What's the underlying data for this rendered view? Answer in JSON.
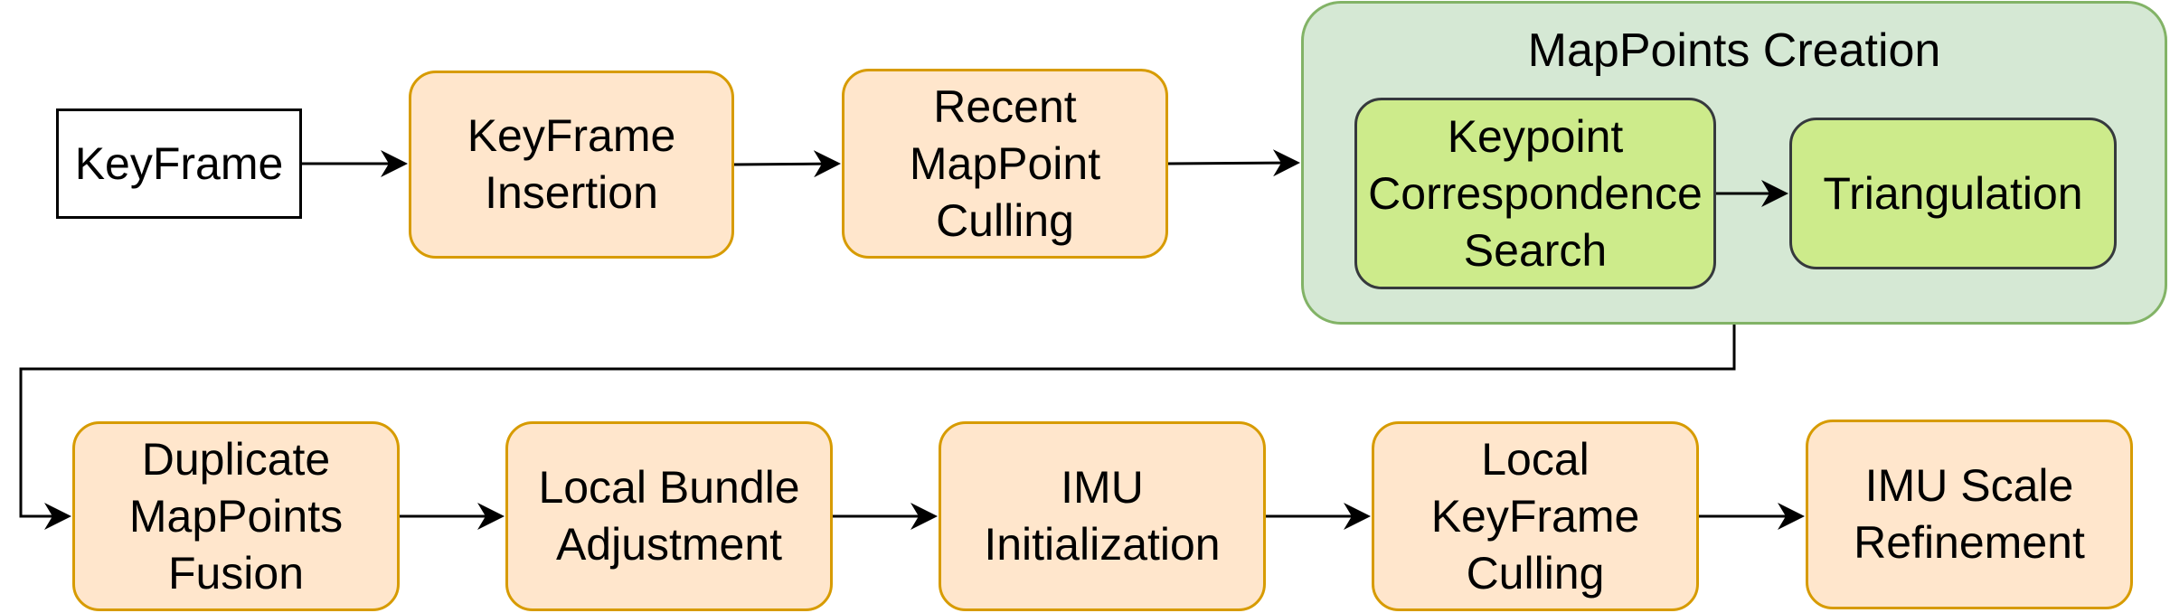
{
  "nodes": {
    "keyframe": "KeyFrame",
    "keyframe_insertion": "KeyFrame\nInsertion",
    "recent_mappoint_culling": "Recent\nMapPoint\nCulling",
    "keypoint_correspondence_search": "Keypoint\nCorrespondence\nSearch",
    "triangulation": "Triangulation",
    "duplicate_mappoints_fusion": "Duplicate\nMapPoints\nFusion",
    "local_bundle_adjustment": "Local Bundle\nAdjustment",
    "imu_initialization": "IMU\nInitialization",
    "local_keyframe_culling": "Local\nKeyFrame\nCulling",
    "imu_scale_refinement": "IMU Scale\nRefinement"
  },
  "groups": {
    "mappoints_creation": "MapPoints Creation"
  },
  "edges": [
    [
      "keyframe",
      "keyframe_insertion"
    ],
    [
      "keyframe_insertion",
      "recent_mappoint_culling"
    ],
    [
      "recent_mappoint_culling",
      "mappoints_creation"
    ],
    [
      "keypoint_correspondence_search",
      "triangulation"
    ],
    [
      "mappoints_creation",
      "duplicate_mappoints_fusion"
    ],
    [
      "duplicate_mappoints_fusion",
      "local_bundle_adjustment"
    ],
    [
      "local_bundle_adjustment",
      "imu_initialization"
    ],
    [
      "imu_initialization",
      "local_keyframe_culling"
    ],
    [
      "local_keyframe_culling",
      "imu_scale_refinement"
    ]
  ],
  "colors": {
    "process_fill": "#ffe6cc",
    "process_stroke": "#d79b00",
    "group_fill": "#d5e8d4",
    "group_stroke": "#82b366",
    "subprocess_fill": "#cdeb8b",
    "subprocess_stroke": "#36393d",
    "edge": "#000000"
  }
}
